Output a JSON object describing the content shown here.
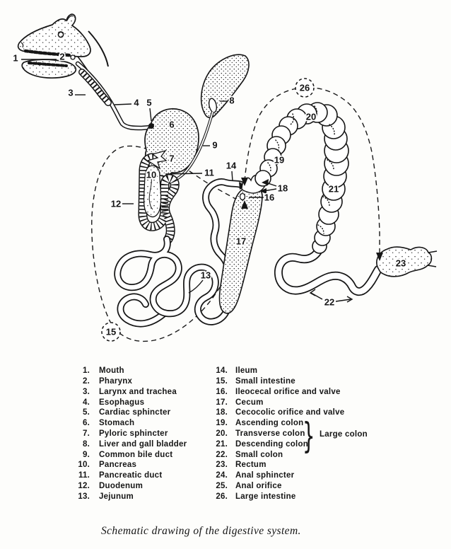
{
  "figure": {
    "caption": "Schematic drawing of the digestive system."
  },
  "legend": {
    "left": [
      {
        "n": "1.",
        "label": "Mouth"
      },
      {
        "n": "2.",
        "label": "Pharynx"
      },
      {
        "n": "3.",
        "label": "Larynx and trachea"
      },
      {
        "n": "4.",
        "label": "Esophagus"
      },
      {
        "n": "5.",
        "label": "Cardiac sphincter"
      },
      {
        "n": "6.",
        "label": "Stomach"
      },
      {
        "n": "7.",
        "label": "Pyloric sphincter"
      },
      {
        "n": "8.",
        "label": "Liver and gall bladder"
      },
      {
        "n": "9.",
        "label": "Common bile duct"
      },
      {
        "n": "10.",
        "label": "Pancreas"
      },
      {
        "n": "11.",
        "label": "Pancreatic duct"
      },
      {
        "n": "12.",
        "label": "Duodenum"
      },
      {
        "n": "13.",
        "label": "Jejunum"
      }
    ],
    "right": [
      {
        "n": "14.",
        "label": "Ileum"
      },
      {
        "n": "15.",
        "label": "Small intestine"
      },
      {
        "n": "16.",
        "label": "Ileocecal orifice and valve"
      },
      {
        "n": "17.",
        "label": "Cecum"
      },
      {
        "n": "18.",
        "label": "Cecocolic orifice and valve"
      },
      {
        "n": "19.",
        "label": "Ascending colon"
      },
      {
        "n": "20.",
        "label": "Transverse colon"
      },
      {
        "n": "21.",
        "label": "Descending colon"
      },
      {
        "n": "22.",
        "label": "Small colon"
      },
      {
        "n": "23.",
        "label": "Rectum"
      },
      {
        "n": "24.",
        "label": "Anal sphincter"
      },
      {
        "n": "25.",
        "label": "Anal orifice"
      },
      {
        "n": "26.",
        "label": "Large intestine"
      }
    ],
    "brace_label": "Large colon"
  },
  "diagram": {
    "callouts": {
      "c1": "1",
      "c2": "2",
      "c3": "3",
      "c4": "4",
      "c5": "5",
      "c6": "6",
      "c7": "7",
      "c8": "8",
      "c9": "9",
      "c10": "10",
      "c11": "11",
      "c12": "12",
      "c13": "13",
      "c14": "14",
      "c15": "15",
      "c16": "16",
      "c17": "17",
      "c18": "18",
      "c19": "19",
      "c20": "20",
      "c21": "21",
      "c22": "22",
      "c23": "23",
      "c26": "26"
    }
  }
}
